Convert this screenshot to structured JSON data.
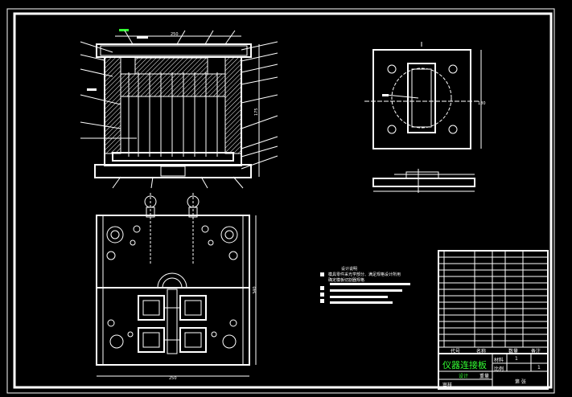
{
  "drawing": {
    "title_block": {
      "part_name": "仪器连接板",
      "name_label": "名称",
      "code_label": "代号",
      "qty_label": "数量",
      "qty_value": "1",
      "remark_label": "备注",
      "material_label": "材料",
      "scale_label": "比例",
      "scale_value": "1",
      "designer_label": "设计",
      "reviewer_label": "审核",
      "stamp_label": "重量",
      "sheet_label": "第 张"
    },
    "notes": {
      "heading": "设计说明",
      "line1": "模具零件采光学部分、满足规格设计所用",
      "line2": "确定模板切割器规格"
    },
    "dimensions": {
      "top_width": "250",
      "plan_width": "250",
      "plan_height": "340",
      "side_height": "175",
      "side_width": "180"
    }
  },
  "colors": {
    "background": "#000000",
    "lines": "#ffffff",
    "accent_green": "#33ff33",
    "frame": "#ffffff"
  }
}
